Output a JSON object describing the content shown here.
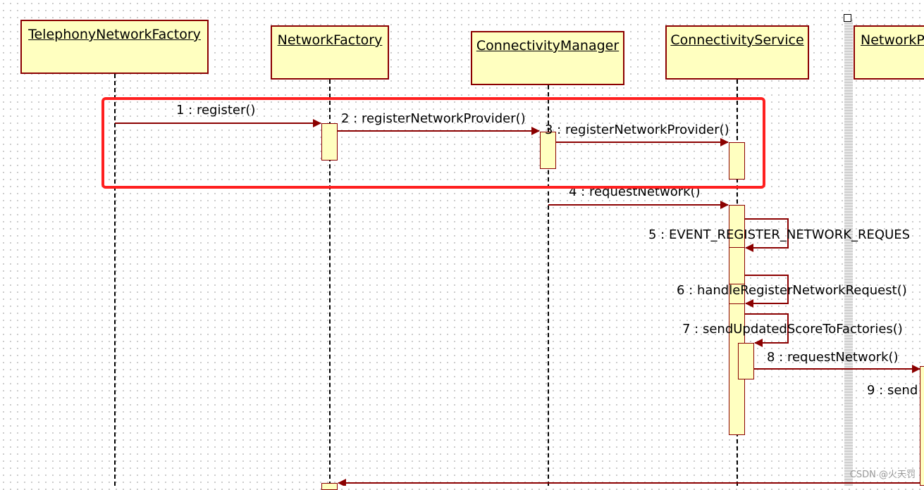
{
  "lifelines": [
    {
      "id": "tnf",
      "label": "TelephonyNetworkFactory"
    },
    {
      "id": "nf",
      "label": "NetworkFactory"
    },
    {
      "id": "cm",
      "label": "ConnectivityManager"
    },
    {
      "id": "cs",
      "label": "ConnectivityService"
    },
    {
      "id": "np",
      "label": "NetworkP"
    }
  ],
  "messages": [
    {
      "label": "1 : register()"
    },
    {
      "label": "2 : registerNetworkProvider()"
    },
    {
      "label": "3 : registerNetworkProvider()"
    },
    {
      "label": "4 : requestNetwork()"
    },
    {
      "label": "5 : EVENT_REGISTER_NETWORK_REQUES"
    },
    {
      "label": "6 : handleRegisterNetworkRequest()"
    },
    {
      "label": "7 : sendUpdatedScoreToFactories()"
    },
    {
      "label": "8 : requestNetwork()"
    },
    {
      "label": "9 : send"
    }
  ],
  "highlight_color": "#ff2020",
  "arrow_color": "#8b0000",
  "box_fill": "#ffffc0",
  "watermark": "CSDN @火天罚"
}
